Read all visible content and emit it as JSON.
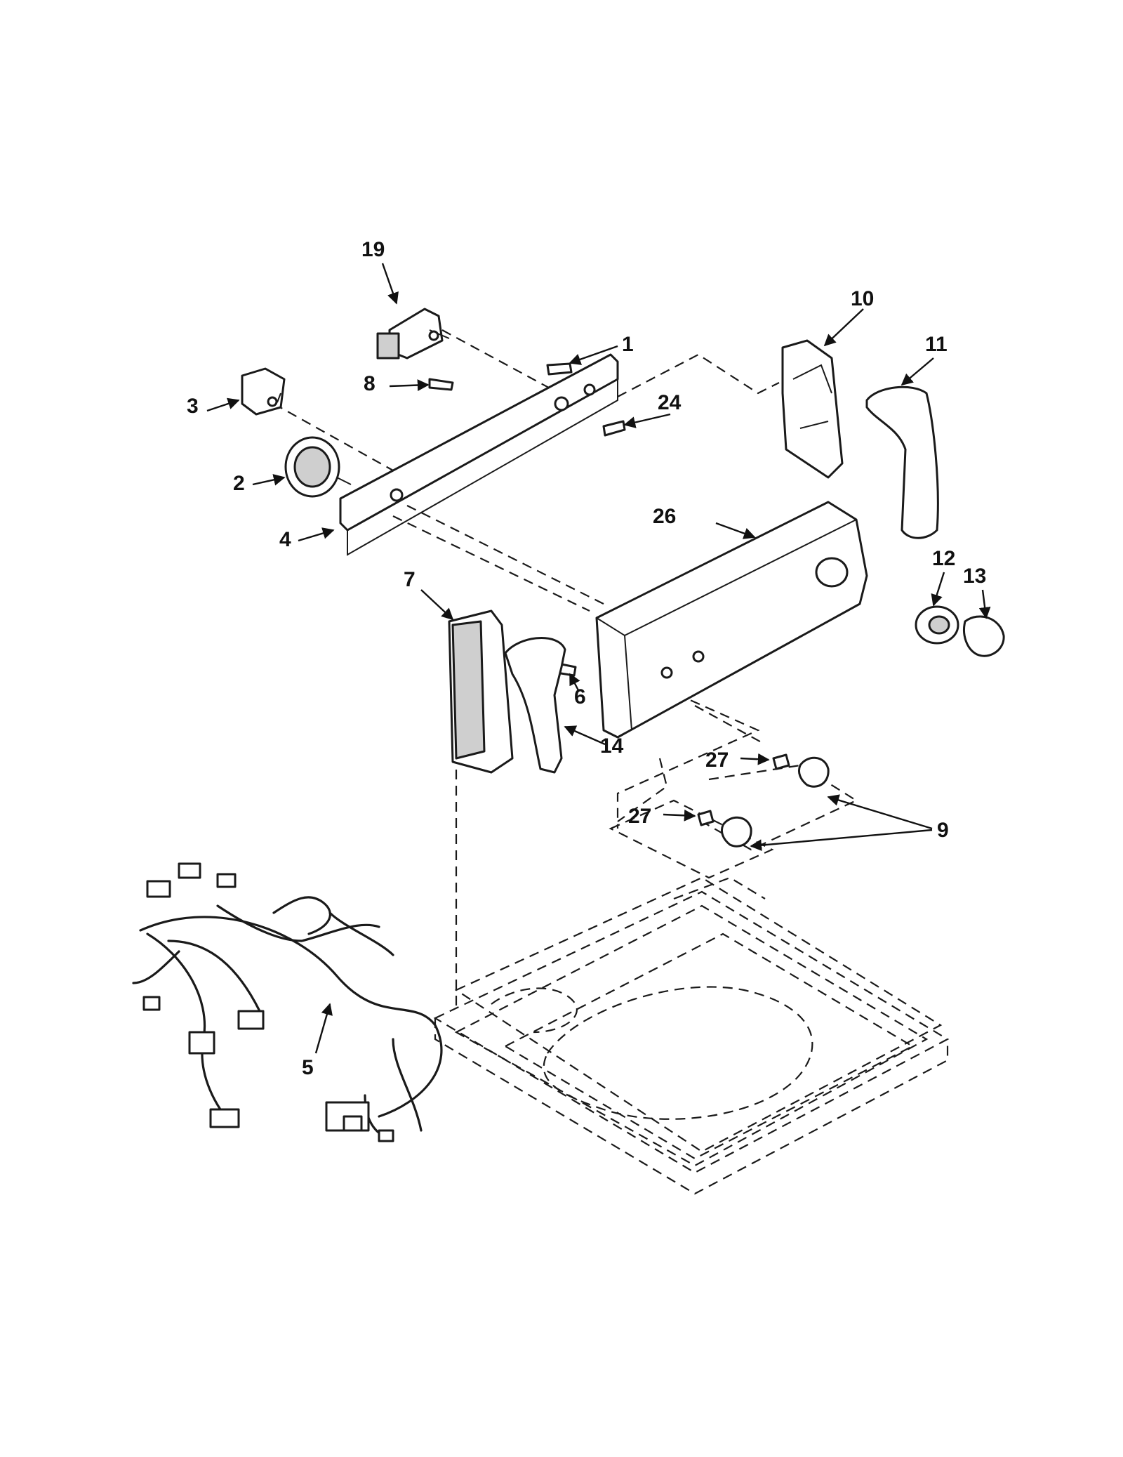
{
  "callouts": [
    {
      "id": "c19",
      "label": "19"
    },
    {
      "id": "c1",
      "label": "1"
    },
    {
      "id": "c10",
      "label": "10"
    },
    {
      "id": "c11",
      "label": "11"
    },
    {
      "id": "c3",
      "label": "3"
    },
    {
      "id": "c8",
      "label": "8"
    },
    {
      "id": "c24",
      "label": "24"
    },
    {
      "id": "c2",
      "label": "2"
    },
    {
      "id": "c4",
      "label": "4"
    },
    {
      "id": "c26",
      "label": "26"
    },
    {
      "id": "c7",
      "label": "7"
    },
    {
      "id": "c12",
      "label": "12"
    },
    {
      "id": "c13",
      "label": "13"
    },
    {
      "id": "c6",
      "label": "6"
    },
    {
      "id": "c14",
      "label": "14"
    },
    {
      "id": "c27a",
      "label": "27"
    },
    {
      "id": "c27b",
      "label": "27"
    },
    {
      "id": "c9",
      "label": "9"
    },
    {
      "id": "c5",
      "label": "5"
    }
  ]
}
